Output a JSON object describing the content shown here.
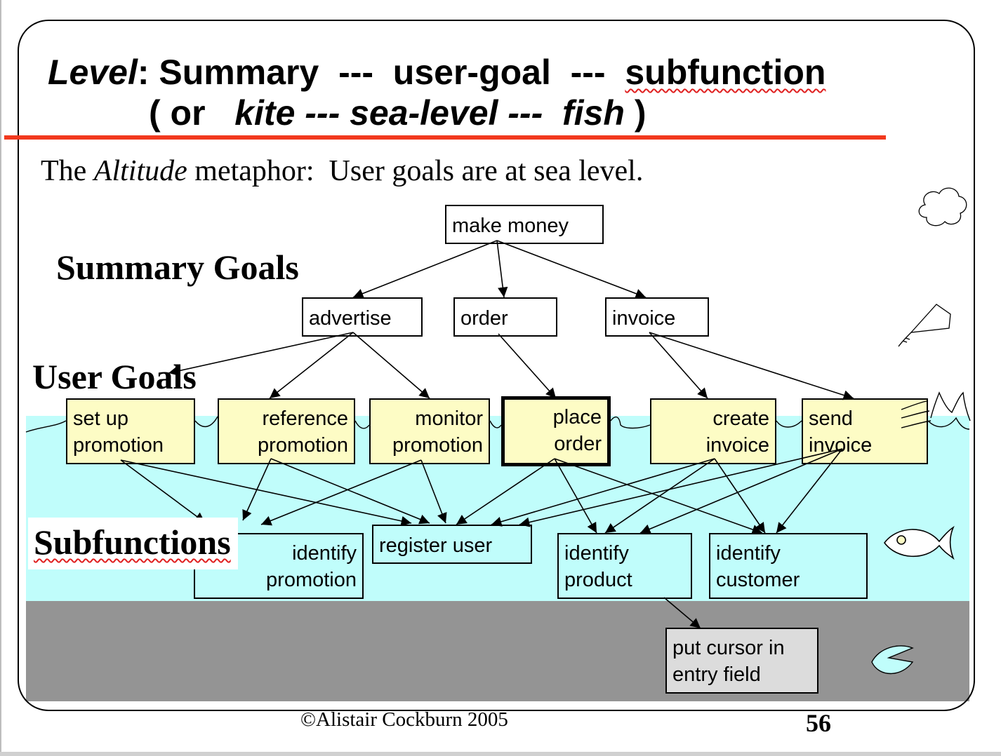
{
  "title": {
    "level_label": "Level",
    "line1_rest": ": Summary  ---  user-goal  ---  ",
    "subfunction_word": "subfunction",
    "line2_open": "( or   ",
    "line2_italic": "kite --- sea-level ---  fish",
    "line2_close": " )"
  },
  "subtitle": {
    "before": "The ",
    "italic": "Altitude",
    "after": " metaphor:  User goals are at sea level."
  },
  "levels": {
    "summary": "Summary Goals",
    "user": "User Goals",
    "subfunctions": "Subfunctions"
  },
  "nodes": {
    "make_money": [
      "make money"
    ],
    "advertise": [
      "advertise"
    ],
    "order": [
      "order"
    ],
    "invoice": [
      "invoice"
    ],
    "set_up_promotion": [
      "set up",
      "promotion"
    ],
    "reference_promotion": [
      "reference",
      "promotion"
    ],
    "monitor_promotion": [
      "monitor",
      "promotion"
    ],
    "place_order": [
      "place",
      "order"
    ],
    "create_invoice": [
      "create",
      "invoice"
    ],
    "send_invoice": [
      "send",
      "invoice"
    ],
    "identify_promotion": [
      "identify",
      "promotion"
    ],
    "register_user": [
      "register user"
    ],
    "identify_product": [
      "identify",
      "product"
    ],
    "identify_customer": [
      "identify",
      "customer"
    ],
    "put_cursor": [
      "put cursor in",
      "entry field"
    ]
  },
  "icons": [
    "cloud-icon",
    "kite-icon",
    "waves-icon",
    "fish-icon",
    "clam-icon"
  ],
  "colors": {
    "sea": "#c0fdfb",
    "seabed": "#949494",
    "user_goal_box": "#fdfcc5",
    "accent_line": "#f2391e"
  },
  "footer": {
    "copyright": "©Alistair Cockburn 2005",
    "page_number": "56"
  }
}
